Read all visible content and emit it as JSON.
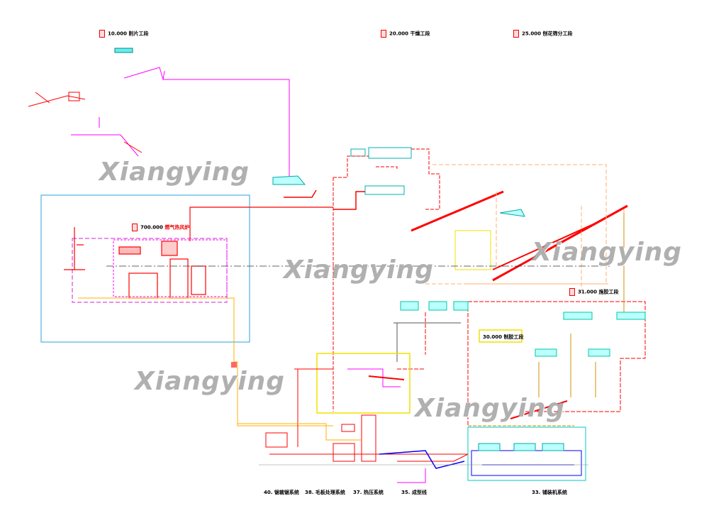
{
  "sections": {
    "chipping": "10.000 削片工段",
    "drying": "20.000 干燥工段",
    "screening": "25.000 刨花筛分工段",
    "furnace_no": "700.000",
    "furnace_name": "燃气热风炉",
    "gluing": "31.000 施胶工段",
    "glue_making": "30.000 制胶工段"
  },
  "bottom_labels": [
    "40. 锯裁锯系统",
    "38. 毛板处理系统",
    "37. 热压系统",
    "35. 成型线",
    "33. 铺装机系统"
  ],
  "watermark": "Xiangying",
  "colors": {
    "magenta": "#ff00ff",
    "red": "#ff0000",
    "cyan": "#00c8c8",
    "orange": "#ffb060",
    "yellow": "#f0f000",
    "blue": "#0000ff",
    "gold": "#d09000"
  }
}
